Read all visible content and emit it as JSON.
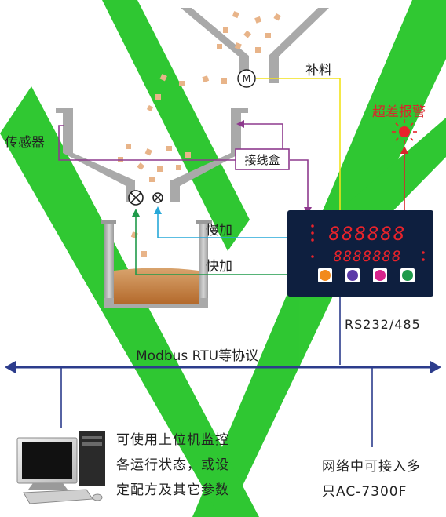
{
  "labels": {
    "refill": "补料",
    "over_alarm": "超差报警",
    "sensor": "传感器",
    "junction_box": "接线盒",
    "slow_feed": "慢加",
    "fast_feed": "快加",
    "rs_port": "RS232/485",
    "protocol": "Modbus RTU等协议",
    "motor": "M"
  },
  "controller": {
    "top_display": "888888",
    "bottom_display": "8888888"
  },
  "notes": {
    "pc_line1": "可使用上位机监控",
    "pc_line2": "各运行状态，或设",
    "pc_line3": "定配方及其它参数",
    "net_line1": "网络中可接入多",
    "net_line2": "只AC-7300F"
  },
  "colors": {
    "refill_wire": "#f2e21a",
    "alarm_wire": "#d8262c",
    "sensor_wire": "#8e3a8e",
    "slow_wire": "#27a8d8",
    "fast_wire": "#1f9a4a",
    "bus": "#2c3c8c",
    "controller_bg": "#0e1f3f",
    "led": "#e8232b",
    "watermark": "#19c21c"
  }
}
